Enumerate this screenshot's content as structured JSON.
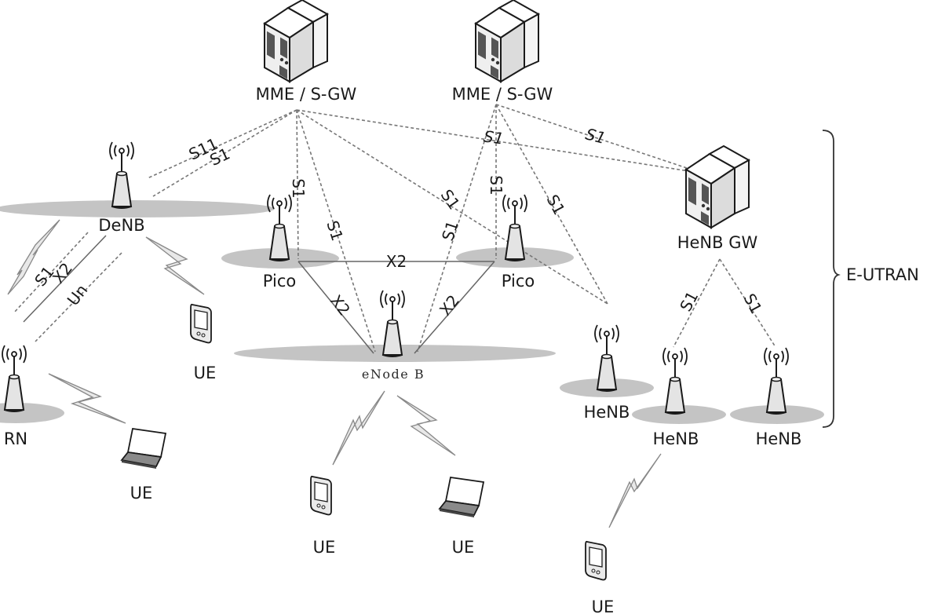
{
  "diagram": {
    "title": "",
    "core_nodes": [
      {
        "id": "mme1",
        "label": "MME / S-GW",
        "icon": "server-icon"
      },
      {
        "id": "mme2",
        "label": "MME / S-GW",
        "icon": "server-icon"
      },
      {
        "id": "henbgw",
        "label": "HeNB GW",
        "icon": "server-icon"
      }
    ],
    "ran_nodes": [
      {
        "id": "denb",
        "label": "DeNB",
        "icon": "base-station-icon"
      },
      {
        "id": "pico1",
        "label": "Pico",
        "icon": "base-station-icon"
      },
      {
        "id": "pico2",
        "label": "Pico",
        "icon": "base-station-icon"
      },
      {
        "id": "enb",
        "label": "eNode B",
        "icon": "base-station-icon"
      },
      {
        "id": "rn",
        "label": "RN",
        "icon": "base-station-icon"
      },
      {
        "id": "henb1",
        "label": "HeNB",
        "icon": "base-station-icon"
      },
      {
        "id": "henb2",
        "label": "HeNB",
        "icon": "base-station-icon"
      },
      {
        "id": "henb3",
        "label": "HeNB",
        "icon": "base-station-icon"
      }
    ],
    "ue_nodes": [
      {
        "id": "ue_denb",
        "label": "UE",
        "icon": "pda-icon"
      },
      {
        "id": "ue_rn",
        "label": "UE",
        "icon": "laptop-icon"
      },
      {
        "id": "ue_enb1",
        "label": "UE",
        "icon": "pda-icon"
      },
      {
        "id": "ue_enb2",
        "label": "UE",
        "icon": "laptop-icon"
      },
      {
        "id": "ue_henb",
        "label": "UE",
        "icon": "pda-icon"
      }
    ],
    "interfaces": {
      "s11": "S11",
      "s1": "S1",
      "x2": "X2",
      "un": "Un"
    },
    "edges": [
      {
        "from": "mme1",
        "to": "denb",
        "label": "S11",
        "style": "dashed"
      },
      {
        "from": "mme1",
        "to": "denb",
        "label": "S1",
        "style": "dashed"
      },
      {
        "from": "mme1",
        "to": "pico1",
        "label": "S1",
        "style": "dashed"
      },
      {
        "from": "mme1",
        "to": "enb",
        "label": "S1",
        "style": "dashed"
      },
      {
        "from": "mme1",
        "to": "henb1",
        "label": "S1",
        "style": "dashed"
      },
      {
        "from": "mme1",
        "to": "henbgw",
        "label": "S1",
        "style": "dashed"
      },
      {
        "from": "mme2",
        "to": "enb",
        "label": "S1",
        "style": "dashed"
      },
      {
        "from": "mme2",
        "to": "pico2",
        "label": "S1",
        "style": "dashed"
      },
      {
        "from": "mme2",
        "to": "henb1",
        "label": "S1",
        "style": "dashed"
      },
      {
        "from": "mme2",
        "to": "henbgw",
        "label": "S1",
        "style": "dashed"
      },
      {
        "from": "pico1",
        "to": "pico2",
        "label": "X2",
        "style": "solid"
      },
      {
        "from": "pico1",
        "to": "enb",
        "label": "X2",
        "style": "solid"
      },
      {
        "from": "pico2",
        "to": "enb",
        "label": "X2",
        "style": "solid"
      },
      {
        "from": "denb",
        "to": "rn",
        "label": "S1",
        "style": "dashed"
      },
      {
        "from": "denb",
        "to": "rn",
        "label": "X2",
        "style": "solid"
      },
      {
        "from": "denb",
        "to": "rn",
        "label": "Un",
        "style": "dashed"
      },
      {
        "from": "henbgw",
        "to": "henb2",
        "label": "S1",
        "style": "dashed"
      },
      {
        "from": "henbgw",
        "to": "henb3",
        "label": "S1",
        "style": "dashed"
      }
    ],
    "group": {
      "label": "E-UTRAN",
      "icon": "brace-icon"
    }
  }
}
